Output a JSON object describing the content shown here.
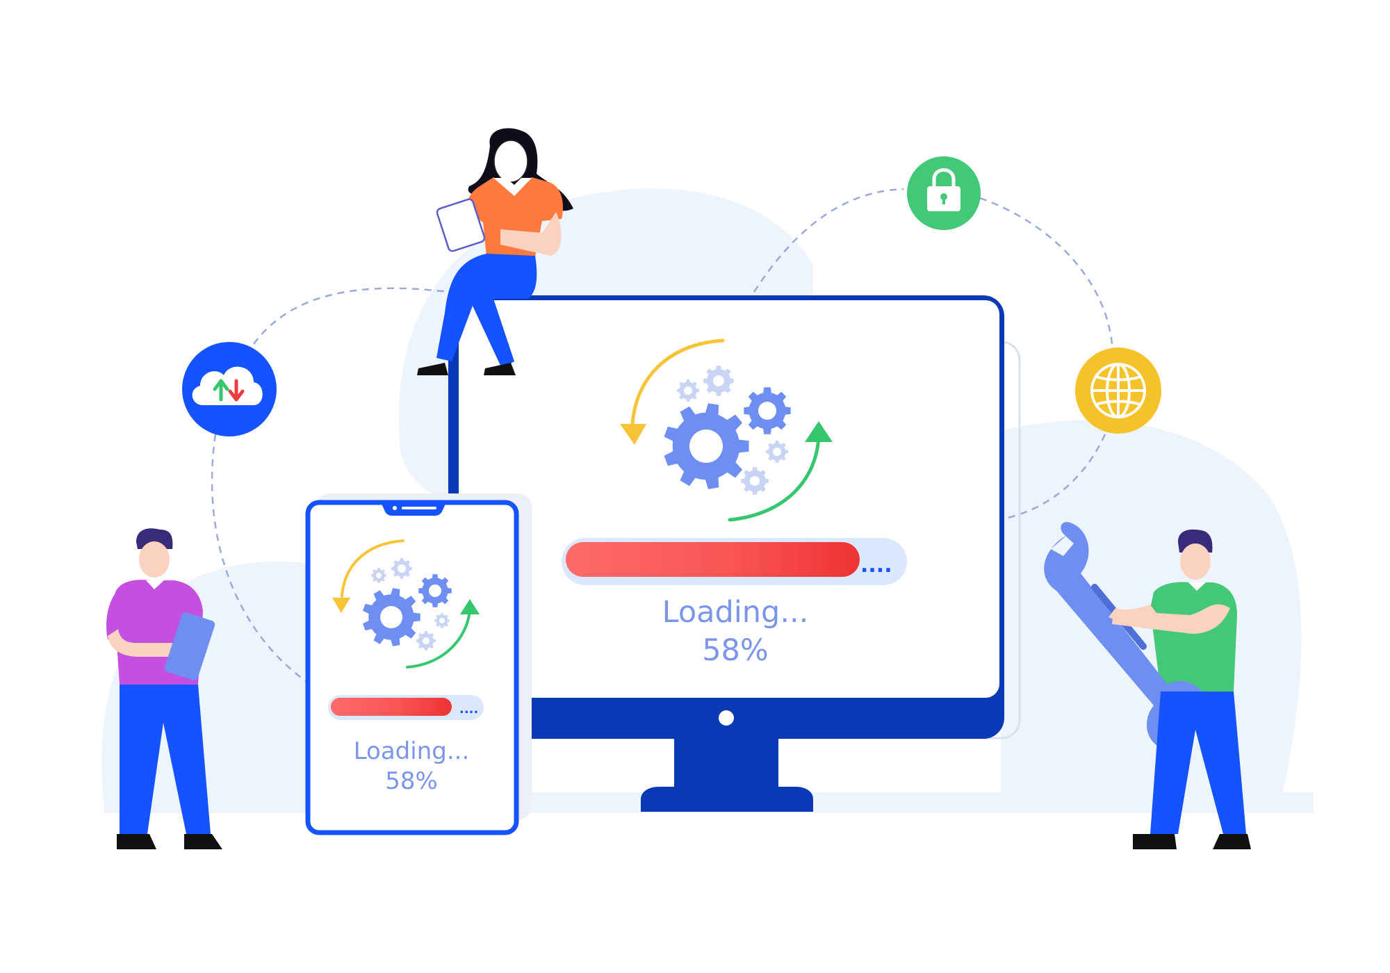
{
  "monitor": {
    "loading_label": "Loading...",
    "percent_label": "58%",
    "progress": 0.9,
    "dots": "...."
  },
  "phone": {
    "loading_label": "Loading...",
    "percent_label": "58%",
    "progress": 0.82,
    "dots": "...."
  },
  "icons": {
    "cloud": "cloud-sync-icon",
    "lock": "lock-icon",
    "globe": "globe-icon",
    "gear": "gear-icon",
    "wrench": "wrench-icon"
  },
  "colors": {
    "brand_blue": "#1453ff",
    "dark_blue": "#0a39b5",
    "soft_blue": "#7b95ea",
    "progress_red": "#ef3d3d",
    "progress_light": "#fd6b6b",
    "track": "#dbe8fb",
    "bg_blob": "#eef4fb",
    "lock_green": "#43c877",
    "globe_yellow": "#f6c22a",
    "arrow_yellow": "#f8c336",
    "arrow_green": "#35c66e"
  }
}
